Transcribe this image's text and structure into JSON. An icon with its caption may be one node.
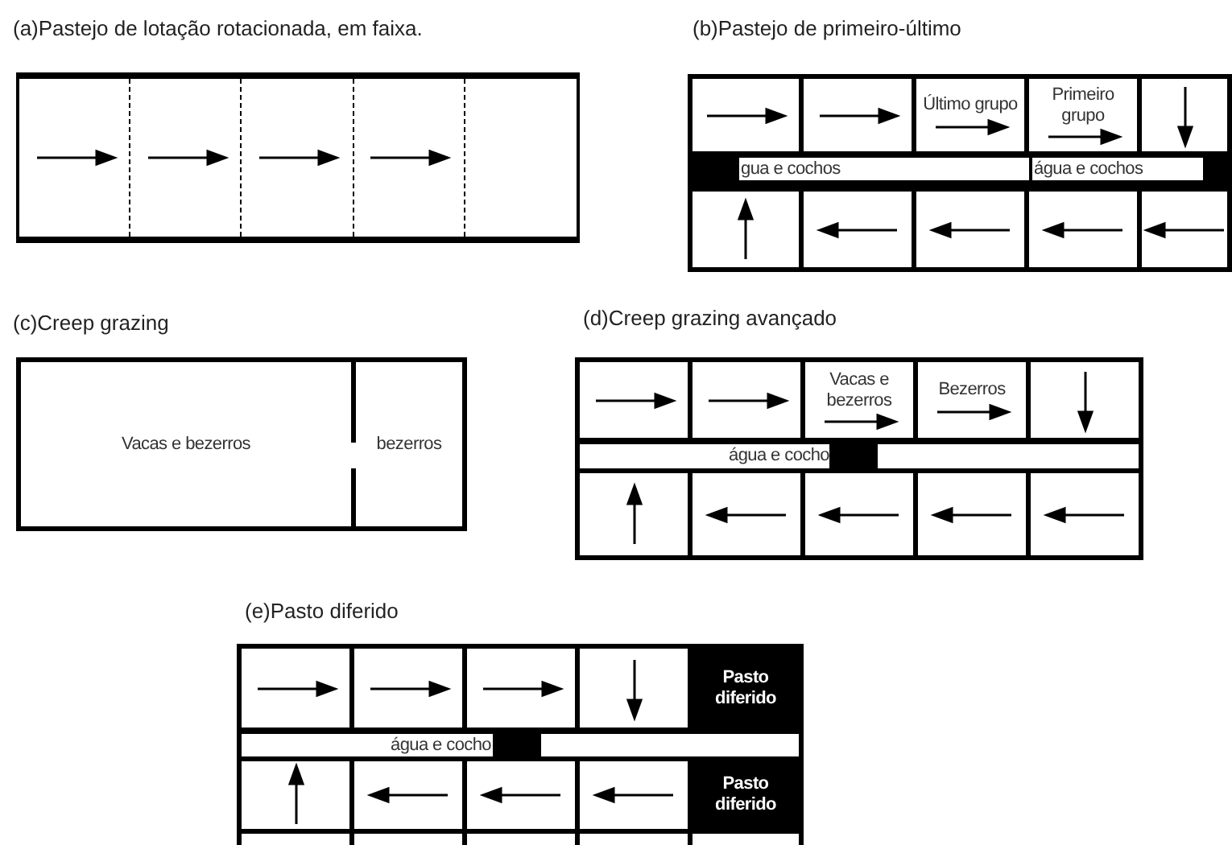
{
  "diagram": {
    "nodes": [
      {
        "text": [
          "(a)Pastejo de lotação rotacionada, em faixa."
        ]
      },
      {
        "text": [],
        "shape": "box",
        "in": 0
      },
      {
        "text": [],
        "shape": "box",
        "in": 0
      },
      {
        "text": [],
        "shape": "box",
        "in": 0
      },
      {
        "text": [],
        "shape": "box",
        "in": 0
      },
      {
        "text": [],
        "shape": "box",
        "in": 0
      },
      {
        "text": [
          "(b)Pastejo de primeiro-último"
        ]
      },
      {
        "text": [],
        "shape": "box",
        "in": 6
      },
      {
        "text": [],
        "shape": "box",
        "in": 6
      },
      {
        "text": [
          "Último grupo"
        ],
        "in": 6
      },
      {
        "text": [
          "Primeiro grupo"
        ],
        "in": 6
      },
      {
        "text": [],
        "shape": "box",
        "in": 6
      },
      {
        "text": [
          "gua e cochos"
        ],
        "in": 6
      },
      {
        "text": [
          "água e cochos"
        ],
        "in": 6
      },
      {
        "text": [],
        "shape": "box",
        "in": 6
      },
      {
        "text": [],
        "shape": "box",
        "in": 6
      },
      {
        "text": [],
        "shape": "box",
        "in": 6
      },
      {
        "text": [],
        "shape": "box",
        "in": 6
      },
      {
        "text": [],
        "shape": "box",
        "in": 6
      },
      {
        "text": [
          "(c)Creep grazing"
        ]
      },
      {
        "text": [
          "Vacas e bezerros"
        ],
        "in": 19
      },
      {
        "text": [
          "bezerros"
        ],
        "in": 19
      },
      {
        "text": [
          "(d)Creep grazing avançado"
        ]
      },
      {
        "text": [],
        "shape": "box",
        "in": 22
      },
      {
        "text": [],
        "shape": "box",
        "in": 22
      },
      {
        "text": [
          "Vacas e bezerros"
        ],
        "in": 22
      },
      {
        "text": [
          "Bezerros"
        ],
        "in": 22
      },
      {
        "text": [],
        "shape": "box",
        "in": 22
      },
      {
        "text": [
          "água e cocho"
        ],
        "in": 22
      },
      {
        "text": [],
        "shape": "box",
        "in": 22
      },
      {
        "text": [],
        "shape": "box",
        "in": 22
      },
      {
        "text": [],
        "shape": "box",
        "in": 22
      },
      {
        "text": [],
        "shape": "box",
        "in": 22
      },
      {
        "text": [],
        "shape": "box",
        "in": 22
      },
      {
        "text": [
          "(e)Pasto diferido"
        ]
      },
      {
        "text": [],
        "shape": "box",
        "in": 34
      },
      {
        "text": [],
        "shape": "box",
        "in": 34
      },
      {
        "text": [],
        "shape": "box",
        "in": 34
      },
      {
        "text": [],
        "shape": "box",
        "in": 34
      },
      {
        "text": [
          "Pasto diferido"
        ],
        "in": 34
      },
      {
        "text": [
          "água e cocho"
        ],
        "in": 34
      },
      {
        "text": [],
        "shape": "box",
        "in": 34
      },
      {
        "text": [],
        "shape": "box",
        "in": 34
      },
      {
        "text": [],
        "shape": "box",
        "in": 34
      },
      {
        "text": [],
        "shape": "box",
        "in": 34
      },
      {
        "text": [],
        "shape": "box",
        "in": 34
      },
      {
        "text": [
          "Pasto diferido"
        ],
        "in": 34
      }
    ]
  }
}
